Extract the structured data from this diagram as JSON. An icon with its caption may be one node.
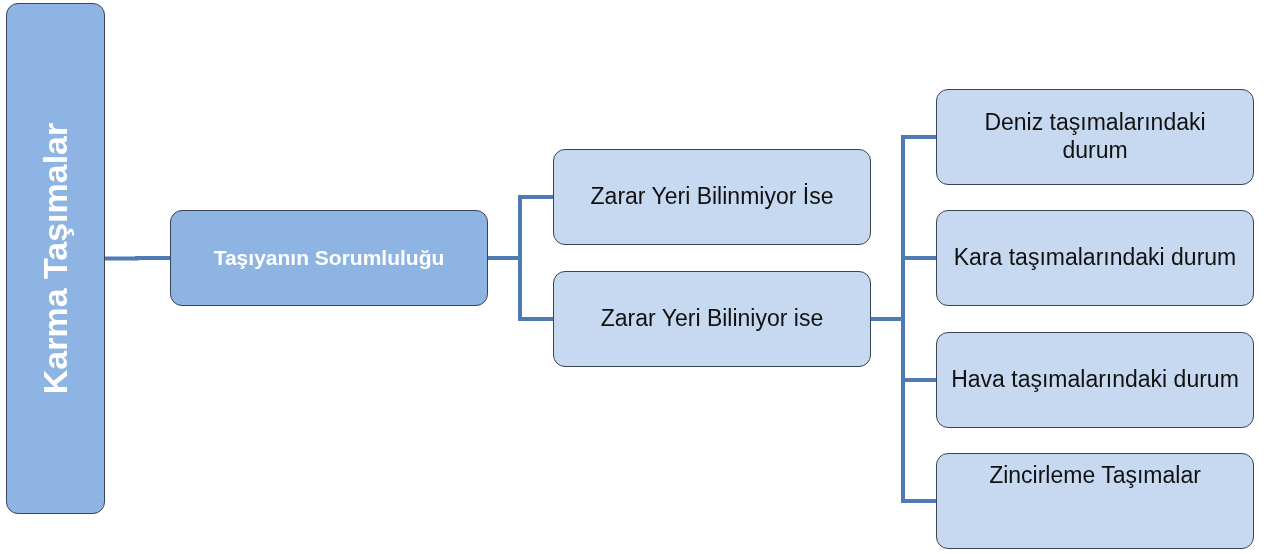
{
  "diagram": {
    "nodes": [
      {
        "text": [
          "Karma Taşımalar"
        ]
      },
      {
        "text": [
          "Taşıyanın Sorumluluğu"
        ]
      },
      {
        "text": [
          "Zarar Yeri Bilinmiyor İse"
        ]
      },
      {
        "text": [
          "Zarar Yeri Biliniyor ise"
        ]
      },
      {
        "text": [
          "Deniz taşımalarındaki durum"
        ]
      },
      {
        "text": [
          "Kara taşımalarındaki durum"
        ]
      },
      {
        "text": [
          "Hava taşımalarındaki durum"
        ]
      },
      {
        "text": [
          "Zincirleme Taşımalar"
        ]
      }
    ],
    "edges": [
      {
        "from": 0,
        "to": 1,
        "arrow": "none"
      },
      {
        "from": 1,
        "to": 2,
        "arrow": "none"
      },
      {
        "from": 1,
        "to": 3,
        "arrow": "none"
      },
      {
        "from": 3,
        "to": 4,
        "arrow": "none"
      },
      {
        "from": 3,
        "to": 5,
        "arrow": "none"
      },
      {
        "from": 3,
        "to": 6,
        "arrow": "none"
      },
      {
        "from": 3,
        "to": 7,
        "arrow": "none"
      }
    ]
  }
}
